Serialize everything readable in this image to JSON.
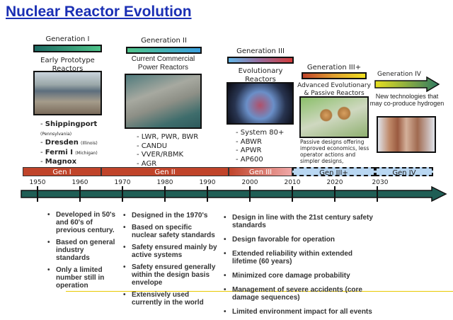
{
  "title": "Nuclear Reactor Evolution",
  "generations": [
    {
      "label": "Generation I",
      "desc": "Early Prototype Reactors",
      "image": "power-plant-photo",
      "items": [
        {
          "name": "Shippingport",
          "note": "(Pennsylvania)"
        },
        {
          "name": "Dresden",
          "note": "(Illinois)"
        },
        {
          "name": "Fermi I",
          "note": "(Michigan)"
        },
        {
          "name": "Magnox",
          "note": ""
        }
      ]
    },
    {
      "label": "Generation II",
      "desc": "Current Commercial Power Reactors",
      "image": "aerial-plant-photo",
      "items": [
        {
          "name": "LWR, PWR, BWR"
        },
        {
          "name": "CANDU"
        },
        {
          "name": "VVER/RBMK"
        },
        {
          "name": "AGR"
        }
      ]
    },
    {
      "label": "Generation III",
      "desc": "Evolutionary Reactors",
      "image": "reactor-cutaway-diagram",
      "items": [
        {
          "name": "System 80+"
        },
        {
          "name": "ABWR"
        },
        {
          "name": "APWR"
        },
        {
          "name": "AP600"
        }
      ]
    },
    {
      "label": "Generation III+",
      "desc": "Advanced Evolutionary & Passive Reactors",
      "image": "passive-plant-render",
      "caption": "Passive designs offering improved economics, less operator actions and simpler designs,"
    },
    {
      "label": "Generation IV",
      "desc": "New technologies that may co-produce hydrogen",
      "image": "hydrogen-plant-render"
    }
  ],
  "timeline": {
    "segments": [
      "Gen I",
      "Gen II",
      "Gen III",
      "Gen III+",
      "Gen IV"
    ],
    "years": [
      "1950",
      "1960",
      "1970",
      "1980",
      "1990",
      "2000",
      "2010",
      "2020",
      "2030"
    ]
  },
  "bullets": {
    "gen1": [
      "Developed in 50's and 60's of previous century.",
      "Based on general industry standards",
      "Only a limited number still in operation"
    ],
    "gen2": [
      "Designed in the 1970's",
      "Based on specific nuclear safety standards",
      "Safety ensured mainly by active systems",
      "Safety ensured generally within the design basis envelope",
      "Extensively used currently in the world"
    ],
    "gen3": [
      "Design in line with the 21st century safety standards",
      "Design favorable for operation",
      "Extended reliability within extended lifetime (60 years)",
      "Minimized core damage probability",
      "Management of severe accidents (core damage sequences)",
      "Limited environment impact for all events"
    ]
  },
  "colors": {
    "title": "#1a2fb4",
    "gen_bar": "#c0442a",
    "future_bar": "#b9d7f2",
    "timeline_arrow": "#1f5e55",
    "separator": "#e8c800"
  }
}
